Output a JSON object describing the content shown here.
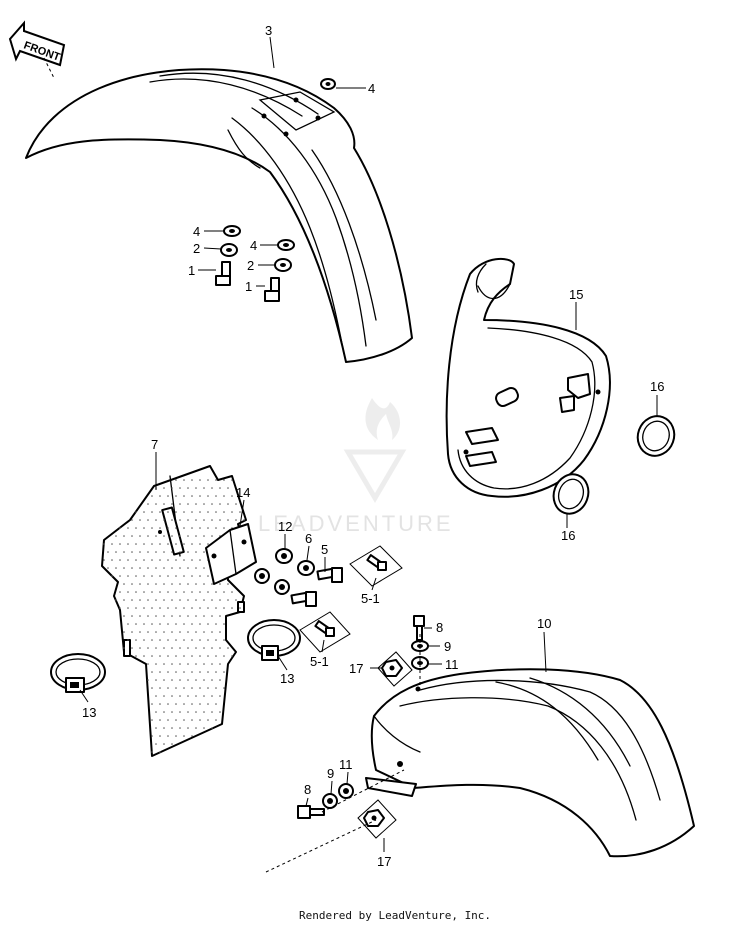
{
  "direction_label": "FRONT",
  "watermark": {
    "text": "LEADVENTURE"
  },
  "footer": {
    "text": "Rendered by LeadVenture, Inc."
  },
  "callouts": {
    "front_fender": "3",
    "washer_top": "4",
    "washer_a": "4",
    "washer_b": "4",
    "lockwasher_a": "2",
    "lockwasher_b": "2",
    "bolt_a": "1",
    "bolt_b": "1",
    "headlight_plate": "15",
    "grommet_upper": "16",
    "grommet_lower": "16",
    "mud_flap": "7",
    "bracket": "14",
    "washer_12": "12",
    "washer_6": "6",
    "bolt_5": "5",
    "bolt_5_1_upper": "5-1",
    "bolt_5_1_lower": "5-1",
    "clamp_right": "13",
    "clamp_left": "13",
    "rear_fender": "10",
    "bolt_8_upper": "8",
    "washer_9_upper": "9",
    "washer_11_upper": "11",
    "nut_17_upper": "17",
    "bolt_8_lower": "8",
    "washer_9_lower": "9",
    "washer_11_lower": "11",
    "nut_17_lower": "17"
  }
}
